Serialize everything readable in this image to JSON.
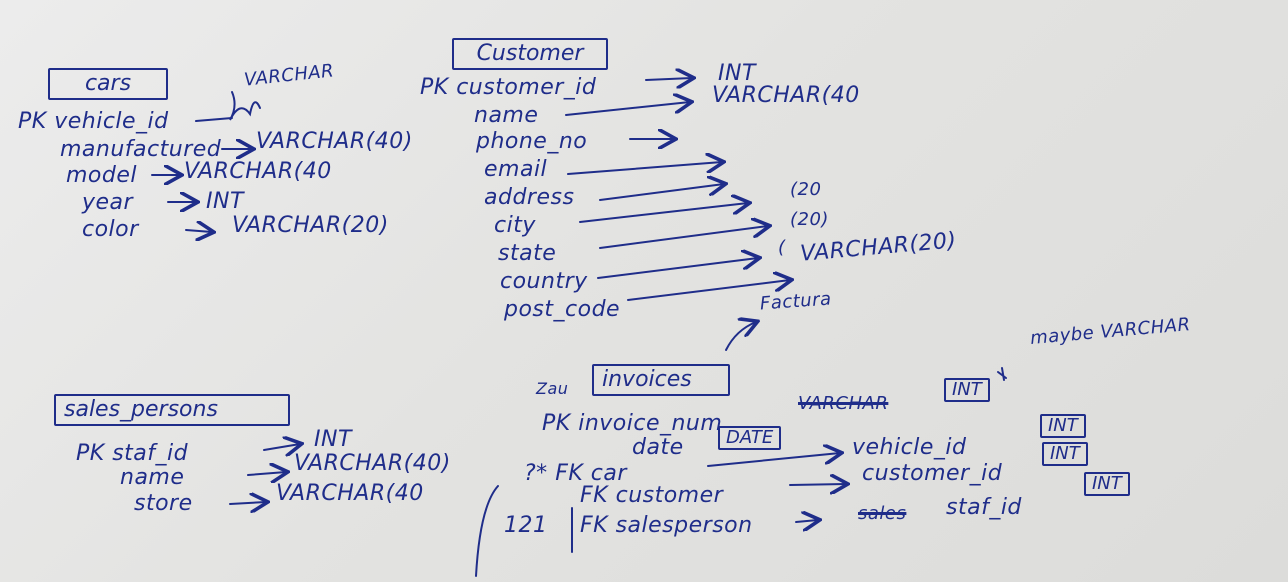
{
  "cars": {
    "title": "cars",
    "scribble": "VARCHAR",
    "fields": [
      {
        "key": "PK",
        "name": "vehicle_id"
      },
      {
        "name": "manufactured",
        "type": "VARCHAR(40)"
      },
      {
        "name": "model",
        "type": "VARCHAR(40"
      },
      {
        "name": "year",
        "type": "INT"
      },
      {
        "name": "color",
        "type": "VARCHAR(20)"
      }
    ]
  },
  "customer": {
    "title": "Customer",
    "fields": [
      {
        "key": "PK",
        "name": "customer_id",
        "type": "INT"
      },
      {
        "name": "name",
        "type": "VARCHAR(40"
      },
      {
        "name": "phone_no"
      },
      {
        "name": "email"
      },
      {
        "name": "address",
        "type": "(20"
      },
      {
        "name": "city",
        "type": "(20)"
      },
      {
        "name": "state",
        "type": "("
      },
      {
        "name": "country",
        "type": "VARCHAR(20)"
      },
      {
        "name": "post_code"
      }
    ],
    "note": "Factura"
  },
  "sales_persons": {
    "title": "sales_persons",
    "fields": [
      {
        "key": "PK",
        "name": "staf_id",
        "type": "INT"
      },
      {
        "name": "name",
        "type": "VARCHAR(40)"
      },
      {
        "name": "store",
        "type": "VARCHAR(40"
      }
    ]
  },
  "invoices": {
    "title": "invoices",
    "prefix": "Zau",
    "maybe_note": "maybe VARCHAR",
    "fields": [
      {
        "key": "PK",
        "name": "invoice_num",
        "type": "INT",
        "struck": "VARCHAR"
      },
      {
        "name": "date",
        "type": "DATE"
      },
      {
        "mark": "?*",
        "key": "FK",
        "name": "car",
        "target": "vehicle_id",
        "type": "INT"
      },
      {
        "key": "FK",
        "name": "customer",
        "target": "customer_id",
        "type": "INT"
      },
      {
        "key": "FK",
        "name": "salesperson",
        "target": "staf_id",
        "type": "INT",
        "struck": "sales"
      }
    ],
    "relation_note": "121"
  }
}
